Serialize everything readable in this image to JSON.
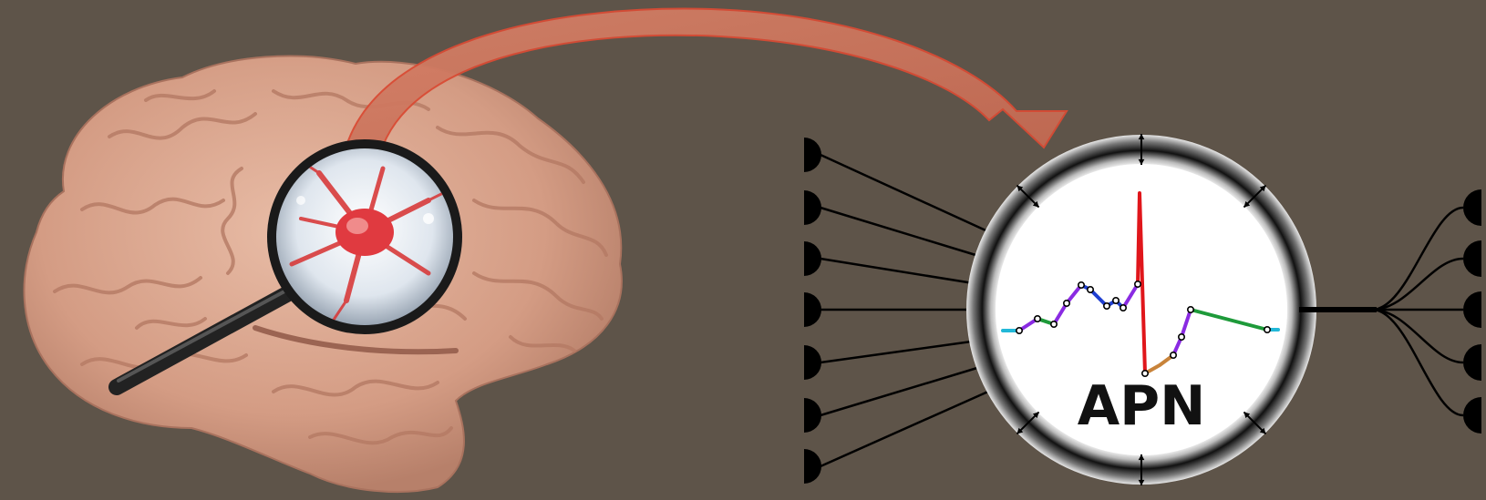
{
  "figure": {
    "background_color": "#5e5449",
    "apn_label": "APN",
    "colors": {
      "brain": "#d7a48c",
      "brain_shadow": "#b97e66",
      "arrow_fill": "#c9735b",
      "arrow_stroke": "#d94b34",
      "neuron": "#d83a3a",
      "spike": "#e0161b",
      "seg_cyan": "#22b8d8",
      "seg_green": "#1e9a3a",
      "seg_purple": "#8a2be2",
      "seg_blue": "#1f3fd1",
      "seg_orange": "#c8833a",
      "wire": "#000000",
      "ring_dark": "#111111",
      "ring_light": "#ffffff"
    },
    "icons": [
      "brain-image",
      "magnifying-glass-icon",
      "neuron-image",
      "curved-arrow",
      "synapse-terminal-icon",
      "bidirectional-arrow-icon"
    ],
    "input_count": 7,
    "output_count": 5
  }
}
